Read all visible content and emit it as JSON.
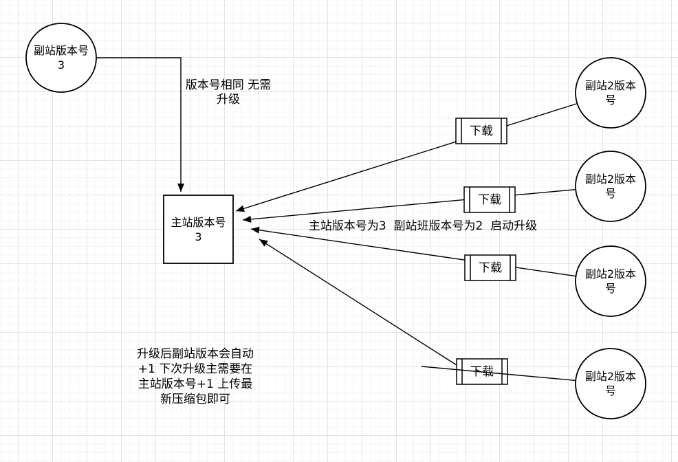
{
  "diagram": {
    "source_node": {
      "label": "副站版本号\n3"
    },
    "main_node": {
      "label": "主站版本号\n3"
    },
    "replica_nodes": [
      {
        "label": "副站2版本号"
      },
      {
        "label": "副站2版本号"
      },
      {
        "label": "副站2版本号"
      },
      {
        "label": "副站2版本号"
      }
    ],
    "download_nodes": [
      {
        "label": "下载"
      },
      {
        "label": "下载"
      },
      {
        "label": "下载"
      },
      {
        "label": "下载"
      }
    ],
    "annotations": {
      "same_version": "版本号相同 无需\n升级",
      "start_upgrade": "主站版本号为3  副站班版本号为2  启动升级",
      "post_upgrade": "升级后副站版本会自动\n+1 下次升级主需要在\n主站版本号+1 上传最\n新压缩包即可"
    },
    "colors": {
      "stroke": "#000000",
      "shape_fill": "#ffffff",
      "grid_minor": "#f4f4f4",
      "grid_major": "#e4e4e4"
    }
  }
}
